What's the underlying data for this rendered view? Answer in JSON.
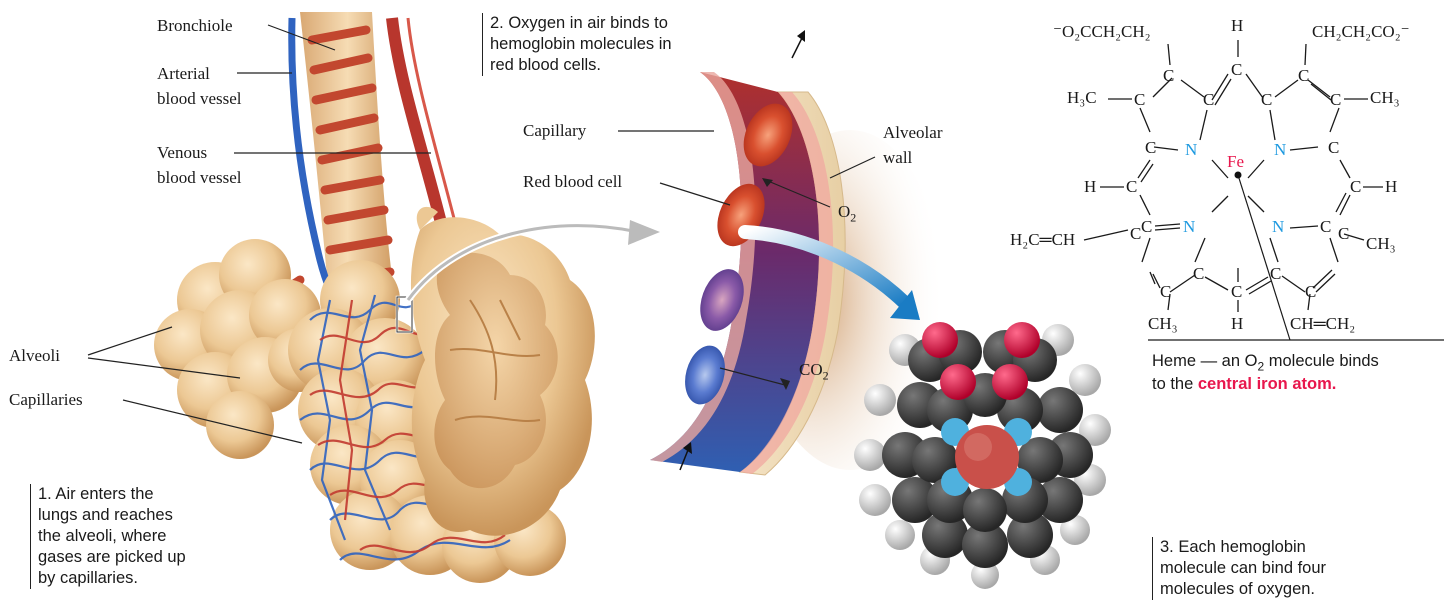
{
  "labels": {
    "bronchiole": "Bronchiole",
    "arterial_1": "Arterial",
    "arterial_2": "blood vessel",
    "venous_1": "Venous",
    "venous_2": "blood vessel",
    "alveoli": "Alveoli",
    "capillaries": "Capillaries",
    "capillary": "Capillary",
    "red_blood_cell": "Red blood cell",
    "alveolar_1": "Alveolar",
    "alveolar_2": "wall",
    "o2": "O",
    "o2_sub": "2",
    "co2": "CO",
    "co2_sub": "2"
  },
  "steps": {
    "step1": [
      "1. Air enters the",
      "lungs and reaches",
      "the alveoli, where",
      "gases are picked up",
      "by capillaries."
    ],
    "step2": [
      "2. Oxygen in air binds to",
      "hemoglobin molecules in",
      "red blood cells."
    ],
    "step3": [
      "3. Each hemoglobin",
      "molecule can bind four",
      "molecules of oxygen."
    ]
  },
  "heme_caption": {
    "line1_pre": "Heme — an O",
    "line1_sub": "2",
    "line1_post": " molecule binds",
    "line2_pre": "to the ",
    "line2_highlight": "central iron atom."
  },
  "heme_structure": {
    "iron": "Fe",
    "nitrogen": "N",
    "carbon": "C",
    "hydrogen": "H",
    "top_left_group": "⁻O₂CCH₂CH₂",
    "top_right_group": "CH₂CH₂CO₂⁻",
    "left_methyl": "H₃C",
    "right_methyl": "CH₃",
    "vinyl_left": "H₂C═CH",
    "vinyl_right": "CH═CH₂",
    "bottom_methyl": "CH₃"
  },
  "colors": {
    "iron": "#e8174d",
    "nitrogen": "#1f9ae0",
    "highlight": "#e8174d",
    "artery": "#c33a30",
    "vein": "#3a6fc4",
    "tissue": "#e8c18e",
    "oxygen_atom": "#d0103a",
    "carbon_atom": "#3c3c3c",
    "hydrogen_atom": "#e6e6e6"
  }
}
